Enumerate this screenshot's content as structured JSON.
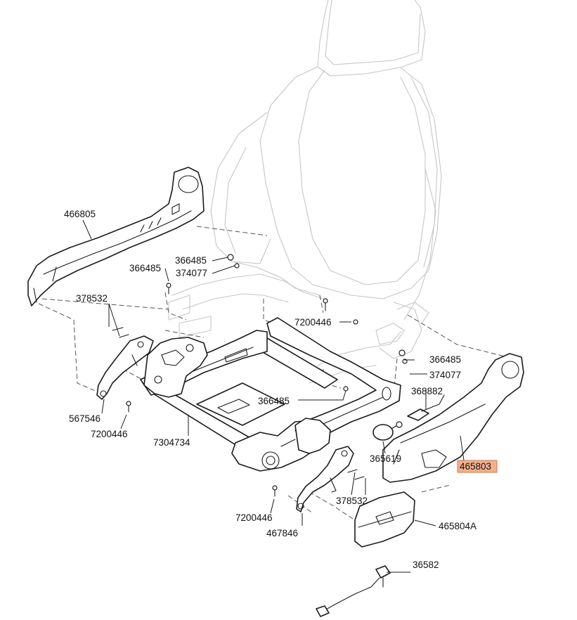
{
  "labels": {
    "l_466805": "466805",
    "l_366485_top": "366485",
    "l_374077_top": "374077",
    "l_366485_left": "366485",
    "l_378532_left": "378532",
    "l_7200446_mid": "7200446",
    "l_366485_right": "366485",
    "l_374077_right": "374077",
    "l_368882": "368882",
    "l_366485_center": "366485",
    "l_567546": "567546",
    "l_7200446_left": "7200446",
    "l_7304734": "7304734",
    "l_365619": "365619",
    "l_465803": "465803",
    "l_378532_right": "378532",
    "l_7200446_bottom": "7200446",
    "l_467846": "467846",
    "l_465804A": "465804A",
    "l_36582": "36582"
  },
  "highlight": {
    "part": "465803",
    "color": "#f3b08e",
    "border": "#c47850"
  }
}
